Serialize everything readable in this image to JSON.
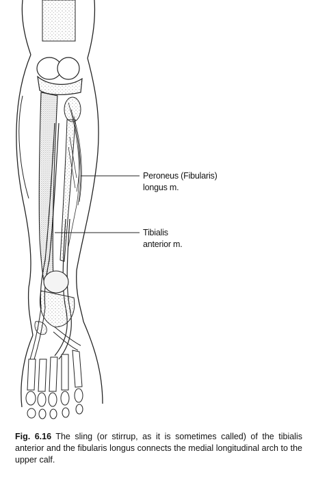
{
  "labels": {
    "peroneus_line1": "Peroneus (Fibularis)",
    "peroneus_line2": "longus m.",
    "tibialis_line1": "Tibialis",
    "tibialis_line2": "anterior m."
  },
  "caption": {
    "figure_number": "Fig. 6.16",
    "text": " The sling (or stirrup, as it is sometimes called) of the tibialis anterior and the fibularis longus connects the medial longitudinal arch to the upper calf."
  },
  "colors": {
    "line": "#222222",
    "stipple": "#9a9a9a",
    "background": "#ffffff"
  }
}
